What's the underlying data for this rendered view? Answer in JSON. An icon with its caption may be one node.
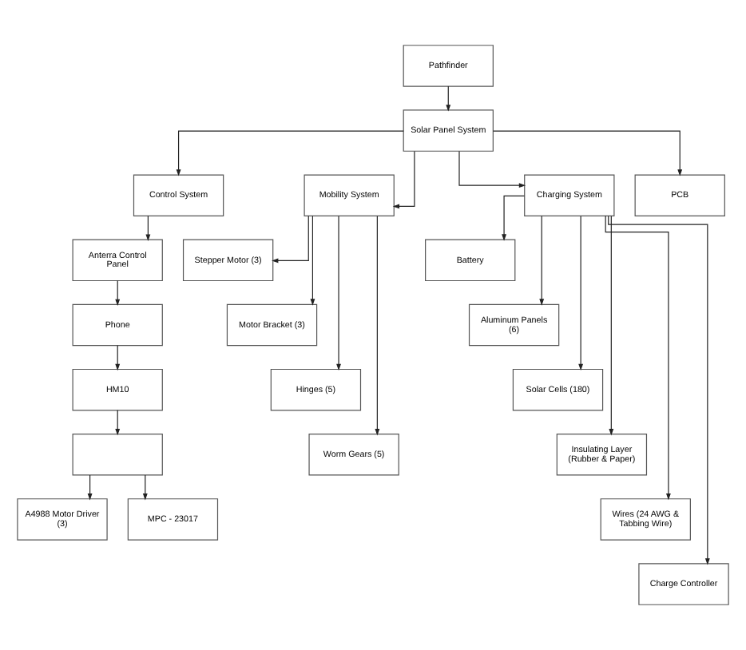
{
  "diagram": {
    "nodes": [
      {
        "text": [
          "Pathfinder"
        ]
      },
      {
        "text": [
          "Solar Panel System"
        ]
      },
      {
        "text": [
          "Control System"
        ]
      },
      {
        "text": [
          "Mobility System"
        ]
      },
      {
        "text": [
          "Charging System"
        ]
      },
      {
        "text": [
          "PCB"
        ]
      },
      {
        "text": [
          "Anterra Control Panel"
        ]
      },
      {
        "text": [
          "Phone"
        ]
      },
      {
        "text": [
          "HM10"
        ]
      },
      {
        "text": [],
        "shape": "box"
      },
      {
        "text": [
          "A4988 Motor Driver (3)"
        ]
      },
      {
        "text": [
          "MPC - 23017"
        ]
      },
      {
        "text": [
          "Stepper Motor (3)"
        ]
      },
      {
        "text": [
          "Motor Bracket (3)"
        ]
      },
      {
        "text": [
          "Hinges (5)"
        ]
      },
      {
        "text": [
          "Worm Gears (5)"
        ]
      },
      {
        "text": [
          "Battery"
        ]
      },
      {
        "text": [
          "Aluminum Panels (6)"
        ]
      },
      {
        "text": [
          "Solar Cells (180)"
        ]
      },
      {
        "text": [
          "Insulating Layer (Rubber & Paper)"
        ]
      },
      {
        "text": [
          "Wires (24 AWG & Tabbing Wire)"
        ]
      },
      {
        "text": [
          "Charge Controller"
        ]
      }
    ],
    "edges": [
      {
        "from": 0,
        "to": 1,
        "arrow": "to"
      },
      {
        "from": 1,
        "to": 2,
        "arrow": "to"
      },
      {
        "from": 1,
        "to": 3,
        "arrow": "to"
      },
      {
        "from": 1,
        "to": 4,
        "arrow": "to"
      },
      {
        "from": 1,
        "to": 5,
        "arrow": "to"
      },
      {
        "from": 2,
        "to": 6,
        "arrow": "to"
      },
      {
        "from": 6,
        "to": 7,
        "arrow": "to"
      },
      {
        "from": 7,
        "to": 8,
        "arrow": "to"
      },
      {
        "from": 8,
        "to": 9,
        "arrow": "to"
      },
      {
        "from": 9,
        "to": 10,
        "arrow": "to"
      },
      {
        "from": 9,
        "to": 11,
        "arrow": "to"
      },
      {
        "from": 3,
        "to": 12,
        "arrow": "to"
      },
      {
        "from": 3,
        "to": 13,
        "arrow": "to"
      },
      {
        "from": 3,
        "to": 14,
        "arrow": "to"
      },
      {
        "from": 3,
        "to": 15,
        "arrow": "to"
      },
      {
        "from": 4,
        "to": 16,
        "arrow": "to"
      },
      {
        "from": 4,
        "to": 17,
        "arrow": "to"
      },
      {
        "from": 4,
        "to": 18,
        "arrow": "to"
      },
      {
        "from": 4,
        "to": 19,
        "arrow": "to"
      },
      {
        "from": 4,
        "to": 20,
        "arrow": "to"
      },
      {
        "from": 4,
        "to": 21,
        "arrow": "to"
      }
    ]
  }
}
